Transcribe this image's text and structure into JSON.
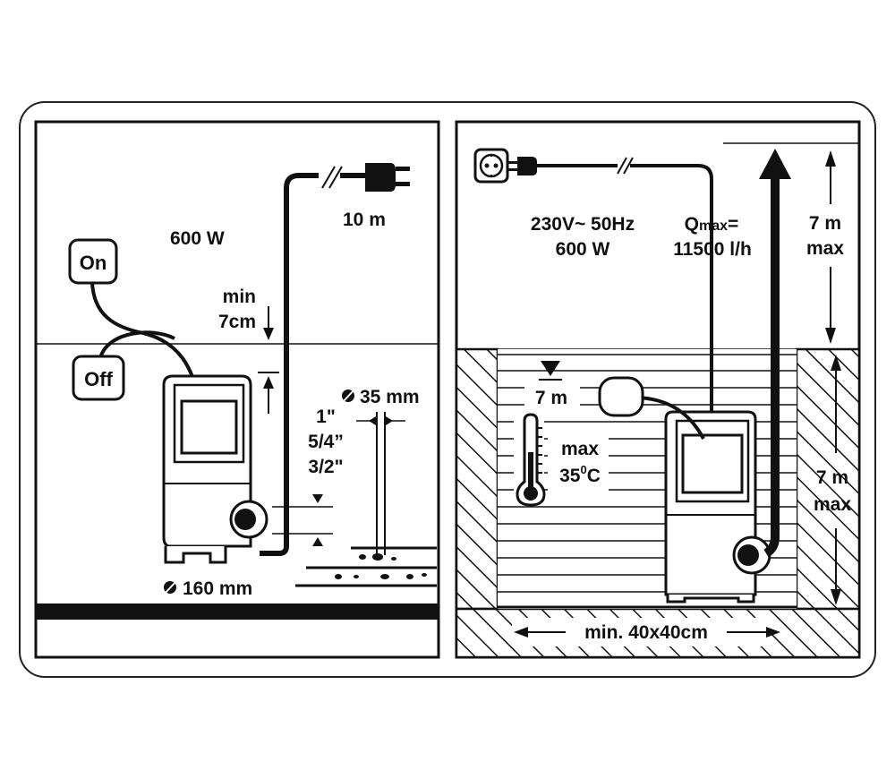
{
  "left_panel": {
    "power": "600 W",
    "cable_length": "10 m",
    "switch_on": "On",
    "switch_off": "Off",
    "min_level_line1": "min",
    "min_level_line2": "7cm",
    "outlet_sizes": [
      "1\"",
      "5/4”",
      "3/2\""
    ],
    "particle_size": "35 mm",
    "pump_diameter": "160 mm"
  },
  "right_panel": {
    "voltage": "230V~ 50Hz",
    "power": "600 W",
    "flow_label": "Q",
    "flow_sub": "max",
    "flow_eq": "=",
    "flow_value": "11500 l/h",
    "lift_height_line1": "7 m",
    "lift_height_line2": "max",
    "depth_line1": "7 m",
    "depth_line2": "max",
    "immersion": "7 m",
    "temp_line1": "max",
    "temp_value": "35",
    "temp_deg": "0",
    "temp_unit": "C",
    "shaft_size": "min. 40x40cm"
  }
}
